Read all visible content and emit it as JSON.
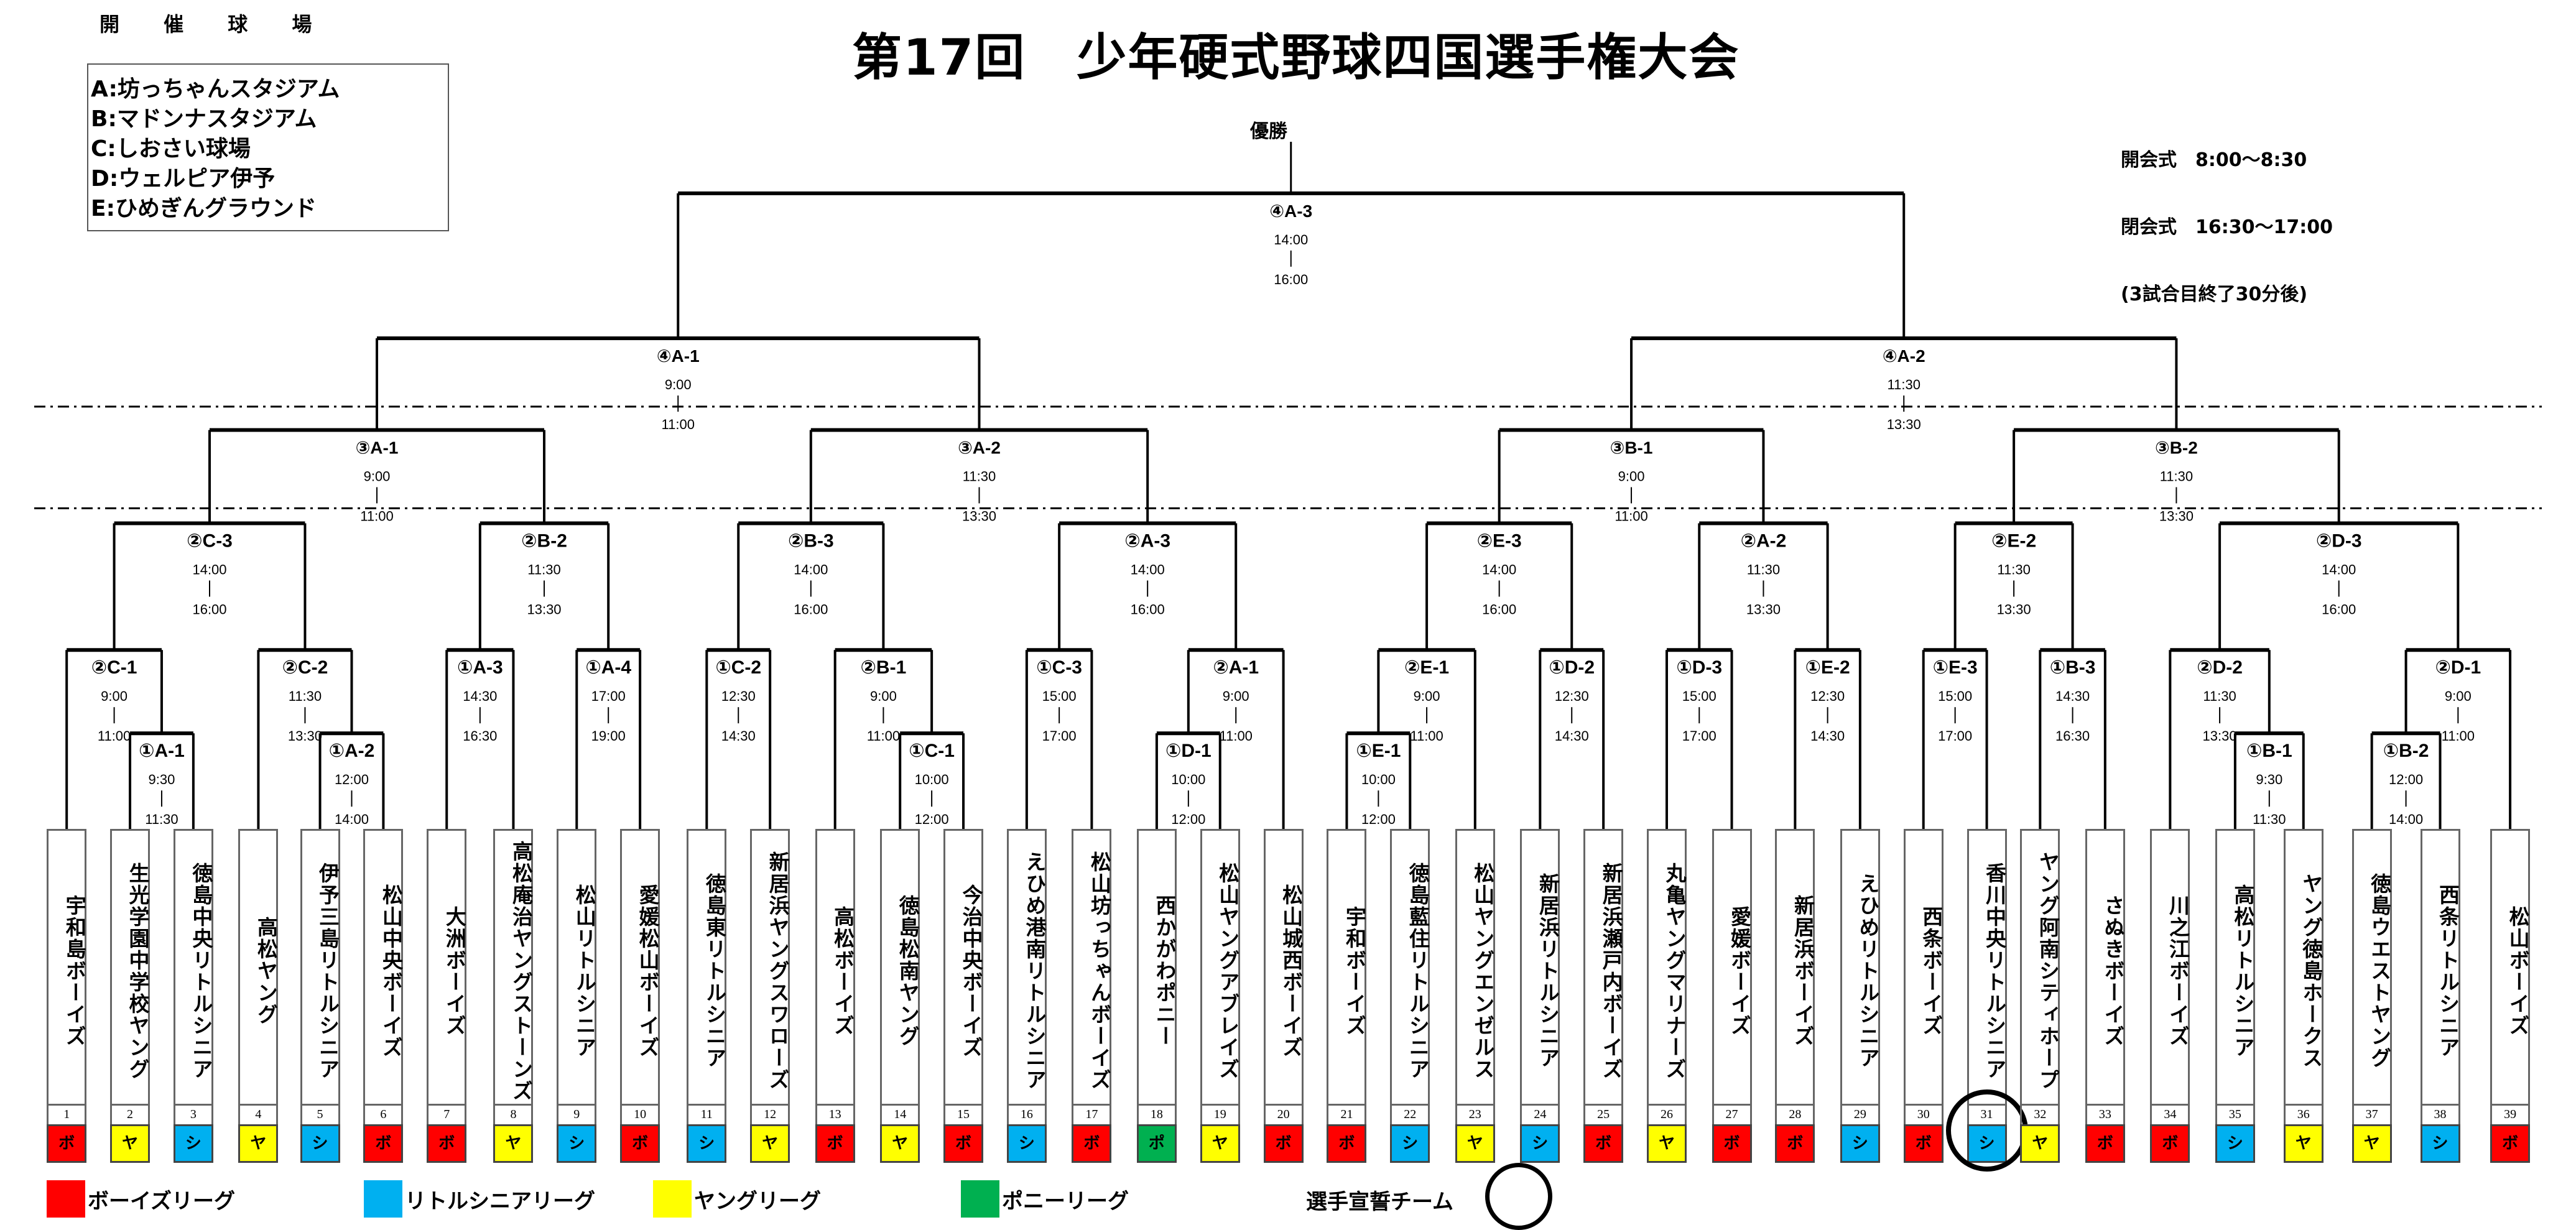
{
  "title": "第17回　少年硬式野球四国選手権大会",
  "venues": {
    "heading": "開 催 球 場",
    "items": [
      "A:坊っちゃんスタジアム",
      "B:マドンナスタジアム",
      "C:しおさい球場",
      "D:ウェルピア伊予",
      "E:ひめぎんグラウンド"
    ]
  },
  "ceremony": {
    "opening": "開会式　8:00～8:30",
    "closing": "閉会式　16:30～17:00",
    "note": "(3試合目終了30分後)"
  },
  "champion_label": "優勝",
  "leagues": {
    "boys": {
      "label": "ボーイズリーグ",
      "abbr": "ボ",
      "color": "#FF0000"
    },
    "senior": {
      "label": "リトルシニアリーグ",
      "abbr": "シ",
      "color": "#00B0F0"
    },
    "young": {
      "label": "ヤングリーグ",
      "abbr": "ヤ",
      "color": "#FFFF00"
    },
    "pony": {
      "label": "ポニーリーグ",
      "abbr": "ポ",
      "color": "#00B050"
    }
  },
  "oath_label": "選手宣誓チーム",
  "oath_team_no": 31,
  "teams": [
    {
      "no": 1,
      "name": "宇和島ボーイズ",
      "league": "boys"
    },
    {
      "no": 2,
      "name": "生光学園中学校ヤング",
      "league": "young"
    },
    {
      "no": 3,
      "name": "徳島中央リトルシニア",
      "league": "senior"
    },
    {
      "no": 4,
      "name": "高松ヤング",
      "league": "young"
    },
    {
      "no": 5,
      "name": "伊予三島リトルシニア",
      "league": "senior"
    },
    {
      "no": 6,
      "name": "松山中央ボーイズ",
      "league": "boys"
    },
    {
      "no": 7,
      "name": "大洲ボーイズ",
      "league": "boys"
    },
    {
      "no": 8,
      "name": "高松庵治ヤングストーンズ",
      "league": "young"
    },
    {
      "no": 9,
      "name": "松山リトルシニア",
      "league": "senior"
    },
    {
      "no": 10,
      "name": "愛媛松山ボーイズ",
      "league": "boys"
    },
    {
      "no": 11,
      "name": "徳島東リトルシニア",
      "league": "senior"
    },
    {
      "no": 12,
      "name": "新居浜ヤングスワローズ",
      "league": "young"
    },
    {
      "no": 13,
      "name": "高松ボーイズ",
      "league": "boys"
    },
    {
      "no": 14,
      "name": "徳島松南ヤング",
      "league": "young"
    },
    {
      "no": 15,
      "name": "今治中央ボーイズ",
      "league": "boys"
    },
    {
      "no": 16,
      "name": "えひめ港南リトルシニア",
      "league": "senior"
    },
    {
      "no": 17,
      "name": "松山坊っちゃんボーイズ",
      "league": "boys"
    },
    {
      "no": 18,
      "name": "西かがわポニー",
      "league": "pony"
    },
    {
      "no": 19,
      "name": "松山ヤングアブレイズ",
      "league": "young"
    },
    {
      "no": 20,
      "name": "松山城西ボーイズ",
      "league": "boys"
    },
    {
      "no": 21,
      "name": "宇和ボーイズ",
      "league": "boys"
    },
    {
      "no": 22,
      "name": "徳島藍住リトルシニア",
      "league": "senior"
    },
    {
      "no": 23,
      "name": "松山ヤングエンゼルス",
      "league": "young"
    },
    {
      "no": 24,
      "name": "新居浜リトルシニア",
      "league": "senior"
    },
    {
      "no": 25,
      "name": "新居浜瀬戸内ボーイズ",
      "league": "boys"
    },
    {
      "no": 26,
      "name": "丸亀ヤングマリナーズ",
      "league": "young"
    },
    {
      "no": 27,
      "name": "愛媛ボーイズ",
      "league": "boys"
    },
    {
      "no": 28,
      "name": "新居浜ボーイズ",
      "league": "boys"
    },
    {
      "no": 29,
      "name": "えひめリトルシニア",
      "league": "senior"
    },
    {
      "no": 30,
      "name": "西条ボーイズ",
      "league": "boys"
    },
    {
      "no": 31,
      "name": "香川中央リトルシニア",
      "league": "senior"
    },
    {
      "no": 32,
      "name": "ヤング阿南シティホープ",
      "league": "young"
    },
    {
      "no": 33,
      "name": "さぬきボーイズ",
      "league": "boys"
    },
    {
      "no": 34,
      "name": "川之江ボーイズ",
      "league": "boys"
    },
    {
      "no": 35,
      "name": "高松リトルシニア",
      "league": "senior"
    },
    {
      "no": 36,
      "name": "ヤング徳島ホークス",
      "league": "young"
    },
    {
      "no": 37,
      "name": "徳島ウエストヤング",
      "league": "young"
    },
    {
      "no": 38,
      "name": "西条リトルシニア",
      "league": "senior"
    },
    {
      "no": 39,
      "name": "松山ボーイズ",
      "league": "boys"
    }
  ],
  "matches": [
    {
      "id": "r1-a1",
      "label": "①A-1",
      "start": "9:30",
      "end": "11:30",
      "teams": [
        2,
        3
      ]
    },
    {
      "id": "r1-a2",
      "label": "①A-2",
      "start": "12:00",
      "end": "14:00",
      "teams": [
        5,
        6
      ]
    },
    {
      "id": "r1-a3",
      "label": "①A-3",
      "start": "14:30",
      "end": "16:30",
      "teams": [
        7,
        8
      ]
    },
    {
      "id": "r1-a4",
      "label": "①A-4",
      "start": "17:00",
      "end": "19:00",
      "teams": [
        9,
        10
      ]
    },
    {
      "id": "r1-c2",
      "label": "①C-2",
      "start": "12:30",
      "end": "14:30",
      "teams": [
        11,
        12
      ]
    },
    {
      "id": "r1-c1",
      "label": "①C-1",
      "start": "10:00",
      "end": "12:00",
      "teams": [
        14,
        15
      ]
    },
    {
      "id": "r1-c3",
      "label": "①C-3",
      "start": "15:00",
      "end": "17:00",
      "teams": [
        16,
        17
      ]
    },
    {
      "id": "r1-d1",
      "label": "①D-1",
      "start": "10:00",
      "end": "12:00",
      "teams": [
        18,
        19
      ]
    },
    {
      "id": "r1-e1",
      "label": "①E-1",
      "start": "10:00",
      "end": "12:00",
      "teams": [
        21,
        22
      ]
    },
    {
      "id": "r1-d2",
      "label": "①D-2",
      "start": "12:30",
      "end": "14:30",
      "teams": [
        24,
        25
      ]
    },
    {
      "id": "r1-d3",
      "label": "①D-3",
      "start": "15:00",
      "end": "17:00",
      "teams": [
        26,
        27
      ]
    },
    {
      "id": "r1-e2",
      "label": "①E-2",
      "start": "12:30",
      "end": "14:30",
      "teams": [
        28,
        29
      ]
    },
    {
      "id": "r1-e3",
      "label": "①E-3",
      "start": "15:00",
      "end": "17:00",
      "teams": [
        30,
        31
      ]
    },
    {
      "id": "r1-b3",
      "label": "①B-3",
      "start": "14:30",
      "end": "16:30",
      "teams": [
        32,
        33
      ]
    },
    {
      "id": "r1-b1",
      "label": "①B-1",
      "start": "9:30",
      "end": "11:30",
      "teams": [
        35,
        36
      ]
    },
    {
      "id": "r1-b2",
      "label": "①B-2",
      "start": "12:00",
      "end": "14:00",
      "teams": [
        37,
        38
      ]
    },
    {
      "id": "r2-c1",
      "label": "②C-1",
      "start": "9:00",
      "end": "11:00",
      "from": [
        "t1",
        "r1-a1"
      ]
    },
    {
      "id": "r2-c2",
      "label": "②C-2",
      "start": "11:30",
      "end": "13:30",
      "from": [
        "t4",
        "r1-a2"
      ]
    },
    {
      "id": "r2-b1",
      "label": "②B-1",
      "start": "9:00",
      "end": "11:00",
      "from": [
        "t13",
        "r1-c1"
      ]
    },
    {
      "id": "r2-a1",
      "label": "②A-1",
      "start": "9:00",
      "end": "11:00",
      "from": [
        "r1-d1",
        "t20"
      ]
    },
    {
      "id": "r2-e1",
      "label": "②E-1",
      "start": "9:00",
      "end": "11:00",
      "from": [
        "r1-e1",
        "t23"
      ]
    },
    {
      "id": "r2-d2",
      "label": "②D-2",
      "start": "11:30",
      "end": "13:30",
      "from": [
        "t34",
        "r1-b1"
      ]
    },
    {
      "id": "r2-d1",
      "label": "②D-1",
      "start": "9:00",
      "end": "11:00",
      "from": [
        "r1-b2",
        "t39"
      ]
    },
    {
      "id": "r2-c3",
      "label": "②C-3",
      "start": "14:00",
      "end": "16:00",
      "from": [
        "r2-c1",
        "r2-c2"
      ]
    },
    {
      "id": "r2-b2",
      "label": "②B-2",
      "start": "11:30",
      "end": "13:30",
      "from": [
        "r1-a3",
        "r1-a4"
      ]
    },
    {
      "id": "r2-b3",
      "label": "②B-3",
      "start": "14:00",
      "end": "16:00",
      "from": [
        "r1-c2",
        "r2-b1"
      ]
    },
    {
      "id": "r2-a3",
      "label": "②A-3",
      "start": "14:00",
      "end": "16:00",
      "from": [
        "r1-c3",
        "r2-a1"
      ]
    },
    {
      "id": "r2-e3",
      "label": "②E-3",
      "start": "14:00",
      "end": "16:00",
      "from": [
        "r2-e1",
        "r1-d2"
      ]
    },
    {
      "id": "r2-a2",
      "label": "②A-2",
      "start": "11:30",
      "end": "13:30",
      "from": [
        "r1-d3",
        "r1-e2"
      ]
    },
    {
      "id": "r2-e2",
      "label": "②E-2",
      "start": "11:30",
      "end": "13:30",
      "from": [
        "r1-e3",
        "r1-b3"
      ]
    },
    {
      "id": "r2-d3",
      "label": "②D-3",
      "start": "14:00",
      "end": "16:00",
      "from": [
        "r2-d2",
        "r2-d1"
      ]
    },
    {
      "id": "r3-a1",
      "label": "③A-1",
      "start": "9:00",
      "end": "11:00",
      "from": [
        "r2-c3",
        "r2-b2"
      ]
    },
    {
      "id": "r3-a2",
      "label": "③A-2",
      "start": "11:30",
      "end": "13:30",
      "from": [
        "r2-b3",
        "r2-a3"
      ]
    },
    {
      "id": "r3-b1",
      "label": "③B-1",
      "start": "9:00",
      "end": "11:00",
      "from": [
        "r2-e3",
        "r2-a2"
      ]
    },
    {
      "id": "r3-b2",
      "label": "③B-2",
      "start": "11:30",
      "end": "13:30",
      "from": [
        "r2-e2",
        "r2-d3"
      ]
    },
    {
      "id": "r4-a1",
      "label": "④A-1",
      "start": "9:00",
      "end": "11:00",
      "from": [
        "r3-a1",
        "r3-a2"
      ]
    },
    {
      "id": "r4-a2",
      "label": "④A-2",
      "start": "11:30",
      "end": "13:30",
      "from": [
        "r3-b1",
        "r3-b2"
      ]
    },
    {
      "id": "final",
      "label": "④A-3",
      "start": "14:00",
      "end": "16:00",
      "from": [
        "r4-a1",
        "r4-a2"
      ]
    }
  ]
}
